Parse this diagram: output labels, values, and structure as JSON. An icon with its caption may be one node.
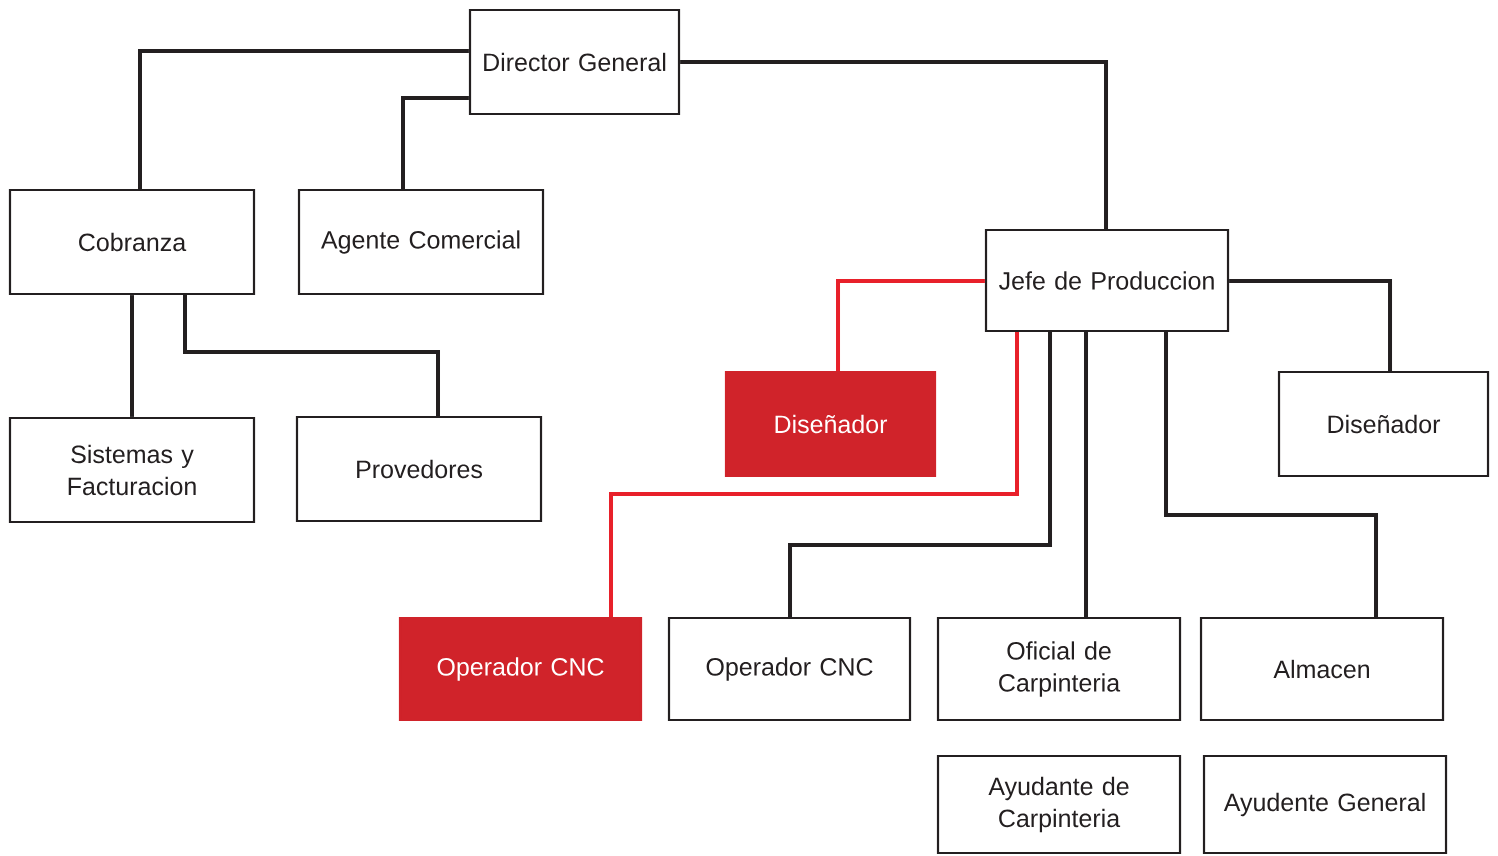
{
  "diagram": {
    "nodes": [
      {
        "text": [
          "Director General"
        ]
      },
      {
        "text": [
          "Cobranza"
        ]
      },
      {
        "text": [
          "Agente Comercial"
        ]
      },
      {
        "text": [
          "Sistemas y Facturacion"
        ]
      },
      {
        "text": [
          "Provedores"
        ]
      },
      {
        "text": [
          "Jefe de Produccion"
        ]
      },
      {
        "text": [
          "Diseñador"
        ]
      },
      {
        "text": [
          "Diseñador"
        ]
      },
      {
        "text": [
          "Operador CNC"
        ]
      },
      {
        "text": [
          "Operador CNC"
        ]
      },
      {
        "text": [
          "Oficial de Carpinteria"
        ]
      },
      {
        "text": [
          "Almacen"
        ]
      },
      {
        "text": [
          "Ayudante de Carpinteria"
        ]
      },
      {
        "text": [
          "Ayudente General"
        ]
      }
    ],
    "edges": [
      {
        "from": 0,
        "to": 1,
        "arrow": "none"
      },
      {
        "from": 0,
        "to": 2,
        "arrow": "none"
      },
      {
        "from": 0,
        "to": 5,
        "arrow": "none"
      },
      {
        "from": 1,
        "to": 3,
        "arrow": "none"
      },
      {
        "from": 1,
        "to": 4,
        "arrow": "none"
      },
      {
        "from": 5,
        "to": 6,
        "arrow": "none",
        "color": "#e8202a"
      },
      {
        "from": 5,
        "to": 7,
        "arrow": "none"
      },
      {
        "from": 5,
        "to": 8,
        "arrow": "none",
        "color": "#e8202a"
      },
      {
        "from": 5,
        "to": 9,
        "arrow": "none"
      },
      {
        "from": 5,
        "to": 10,
        "arrow": "none"
      },
      {
        "from": 5,
        "to": 11,
        "arrow": "none"
      }
    ]
  }
}
